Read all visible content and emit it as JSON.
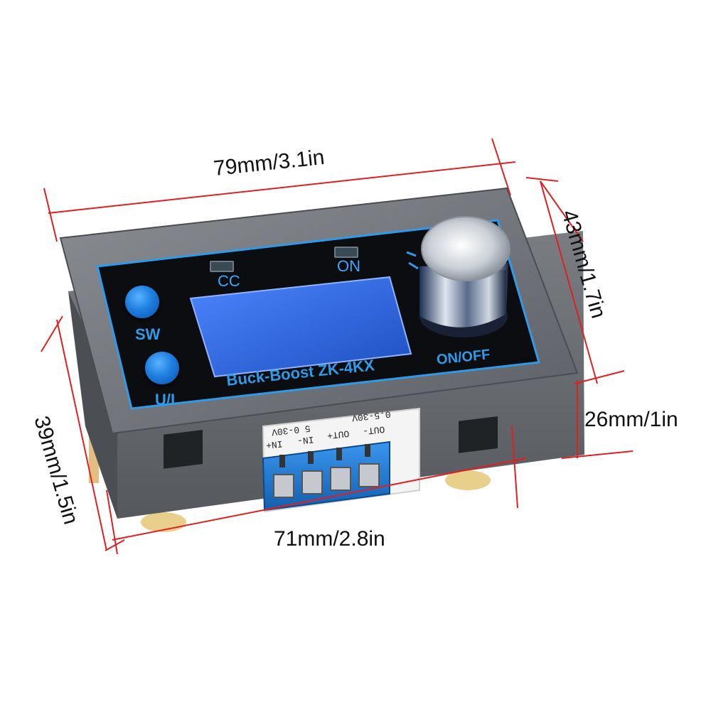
{
  "dimensions": {
    "top_width": "79mm/3.1in",
    "front_height": "43mm/1.7in",
    "depth": "26mm/1in",
    "side_height": "39mm/1.5in",
    "bottom_width": "71mm/2.8in"
  },
  "panel": {
    "led_cc_label": "CC",
    "led_on_label": "ON",
    "button_sw_label": "SW",
    "button_ui_label": "U/I",
    "model_label": "Buck-Boost ZK-4KX",
    "knob_label": "ON/OFF"
  },
  "terminal": {
    "in_range": "5 0-30V",
    "out_range": "0.5-30V",
    "pin_labels": [
      "IN+",
      "IN-",
      "OUT+",
      "OUT-"
    ]
  },
  "colors": {
    "dimension_line": "#e02020",
    "panel_accent": "#2f9be8",
    "housing": "#6f7378",
    "lcd": "#2a64d8",
    "terminal_block": "#1e78d0"
  }
}
